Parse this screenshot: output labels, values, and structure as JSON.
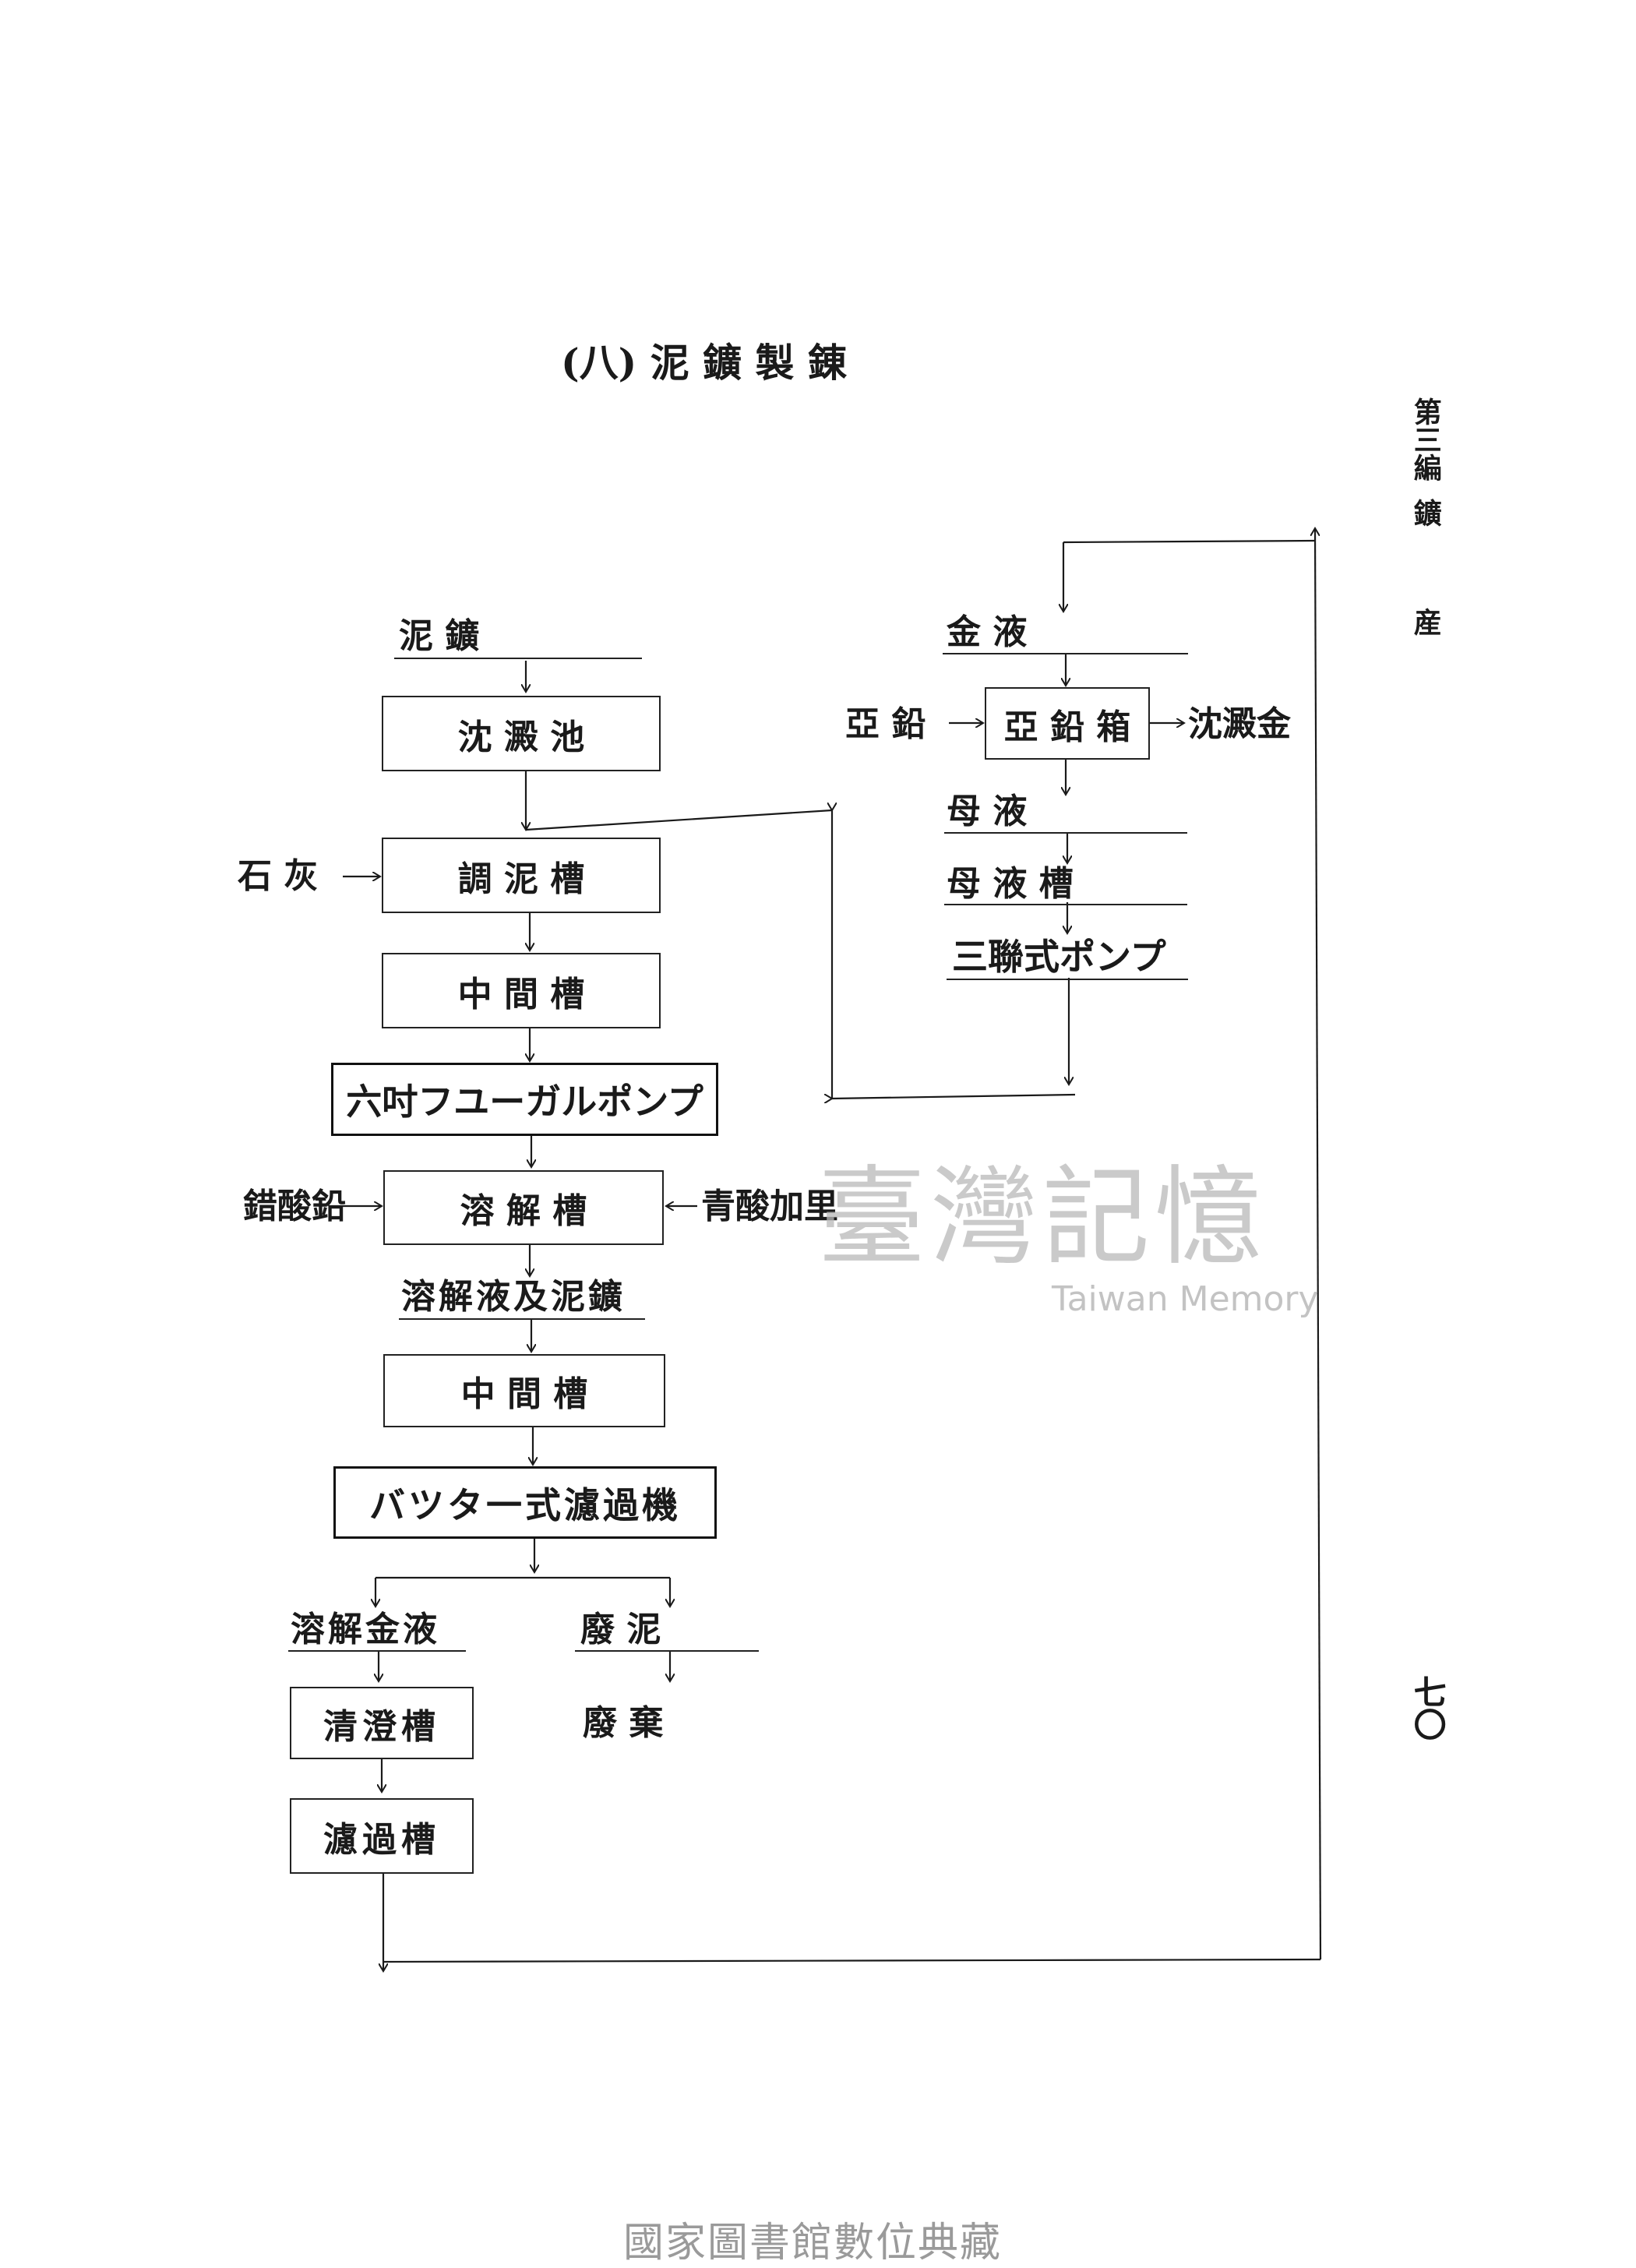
{
  "title": "(八) 泥 鑛 製 錬",
  "side_header": {
    "section": "第三編",
    "topic1": "鑛",
    "topic2": "産"
  },
  "page_number": "七〇",
  "left_flow": {
    "start": "泥 鑛",
    "box1": "沈 澱 池",
    "input_lime": "石 灰",
    "box2": "調 泥 槽",
    "box3": "中 間 槽",
    "pump": "六吋フユーガルポンプ",
    "input_lead_acetate": "錯酸鉛",
    "box4": "溶 解 槽",
    "input_cyanide": "青酸加里",
    "mixture": "溶解液及泥鑛",
    "box5": "中 間 槽",
    "filter": "バツタ一式濾過機",
    "gold_solution": "溶解金液",
    "tailings": "廢 泥",
    "box6": "清澄槽",
    "disposal": "廢 棄",
    "box7": "濾過槽"
  },
  "right_flow": {
    "gold_liquor": "金 液",
    "input_zinc": "亞 鉛",
    "zinc_box": "亞 鉛 箱",
    "output_gold": "沈澱金",
    "mother_liquor": "母 液",
    "mother_tank": "母 液 槽",
    "triplex_pump": "三聯式ポンプ"
  },
  "watermark": {
    "chinese": "臺灣記憶",
    "english": "Taiwan Memory"
  },
  "footer": "國家圖書館數位典藏"
}
